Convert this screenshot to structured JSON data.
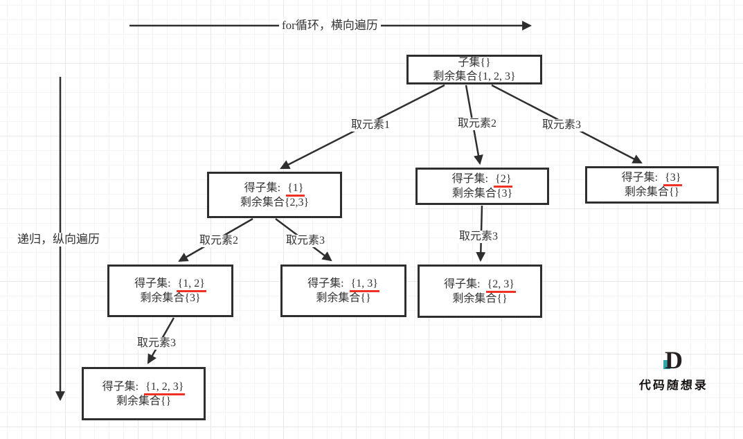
{
  "title": "子集问题回溯遍历树形图",
  "colors": {
    "stroke": "#2e2e2e",
    "text": "#333333",
    "underline": "#ee3124",
    "grid_minor": "#f4f4f4",
    "grid_major": "#e8e8e8",
    "logo_teal": "#2fa8ad",
    "logo_dark": "#25201f"
  },
  "axis_arrows": {
    "horizontal_label": "for循环，横向遍历",
    "vertical_label": "递归，纵向遍历"
  },
  "nodes": [
    {
      "id": "root",
      "line1_prefix": "子集{}",
      "line1_value": "",
      "line2": "剩余集合{1, 2, 3}"
    },
    {
      "id": "pick1",
      "line1_prefix": "得子集:",
      "line1_value": "{1}",
      "line2": "剩余集合{2,3}"
    },
    {
      "id": "pick2",
      "line1_prefix": "得子集:",
      "line1_value": "{2}",
      "line2": "剩余集合{3}"
    },
    {
      "id": "pick3",
      "line1_prefix": "得子集:",
      "line1_value": "{3}",
      "line2": "剩余集合{}"
    },
    {
      "id": "pick12",
      "line1_prefix": "得子集:",
      "line1_value": "{1, 2}",
      "line2": "剩余集合{3}"
    },
    {
      "id": "pick13",
      "line1_prefix": "得子集:",
      "line1_value": "{1, 3}",
      "line2": "剩余集合{}"
    },
    {
      "id": "pick23",
      "line1_prefix": "得子集:",
      "line1_value": "{2, 3}",
      "line2": "剩余集合{}"
    },
    {
      "id": "pick123",
      "line1_prefix": "得子集:",
      "line1_value": "{1, 2, 3}",
      "line2": "剩余集合{}"
    }
  ],
  "edges": [
    {
      "from": "root",
      "to": "pick1",
      "label": "取元素1"
    },
    {
      "from": "root",
      "to": "pick2",
      "label": "取元素2"
    },
    {
      "from": "root",
      "to": "pick3",
      "label": "取元素3"
    },
    {
      "from": "pick1",
      "to": "pick12",
      "label": "取元素2"
    },
    {
      "from": "pick1",
      "to": "pick13",
      "label": "取元素3"
    },
    {
      "from": "pick2",
      "to": "pick23",
      "label": "取元素3"
    },
    {
      "from": "pick12",
      "to": "pick123",
      "label": "取元素3"
    }
  ],
  "watermark": {
    "logo_letter": "D",
    "text": "代码随想录"
  }
}
